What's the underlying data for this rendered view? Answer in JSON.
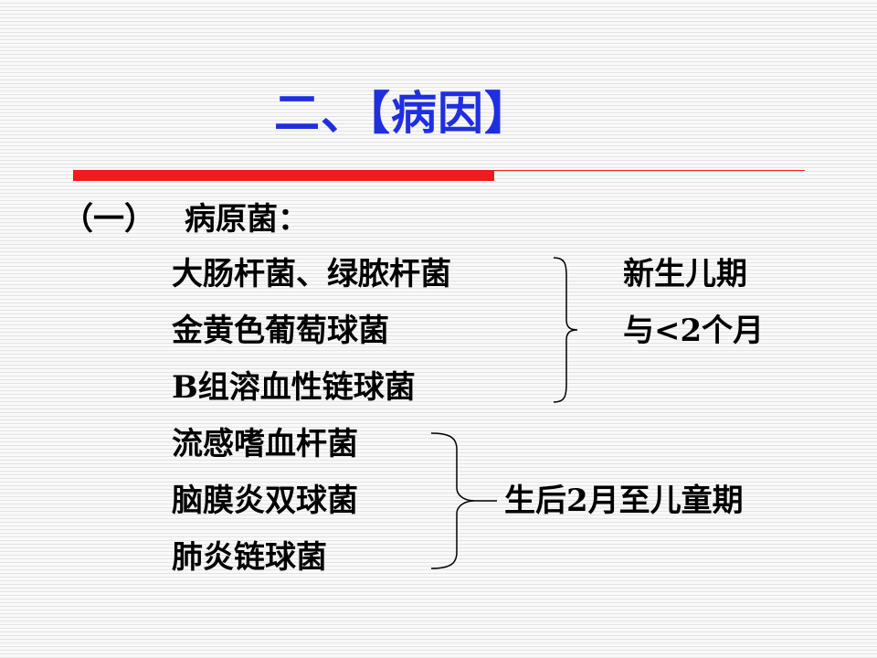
{
  "slide": {
    "title": "二、【病因】",
    "section": {
      "marker": "（一）",
      "heading": "病原菌："
    },
    "group1": {
      "items": [
        "大肠杆菌、绿脓杆菌",
        "金黄色葡萄球菌",
        "B组溶血性链球菌"
      ],
      "label_line1": "新生儿期",
      "label_line2": "与<2个月"
    },
    "group2": {
      "items": [
        "流感嗜血杆菌",
        "脑膜炎双球菌",
        "肺炎链球菌"
      ],
      "label": "生后2月至儿童期"
    },
    "colors": {
      "title": "#1f2fe0",
      "rule": "#f21a1a",
      "text": "#000000"
    }
  }
}
